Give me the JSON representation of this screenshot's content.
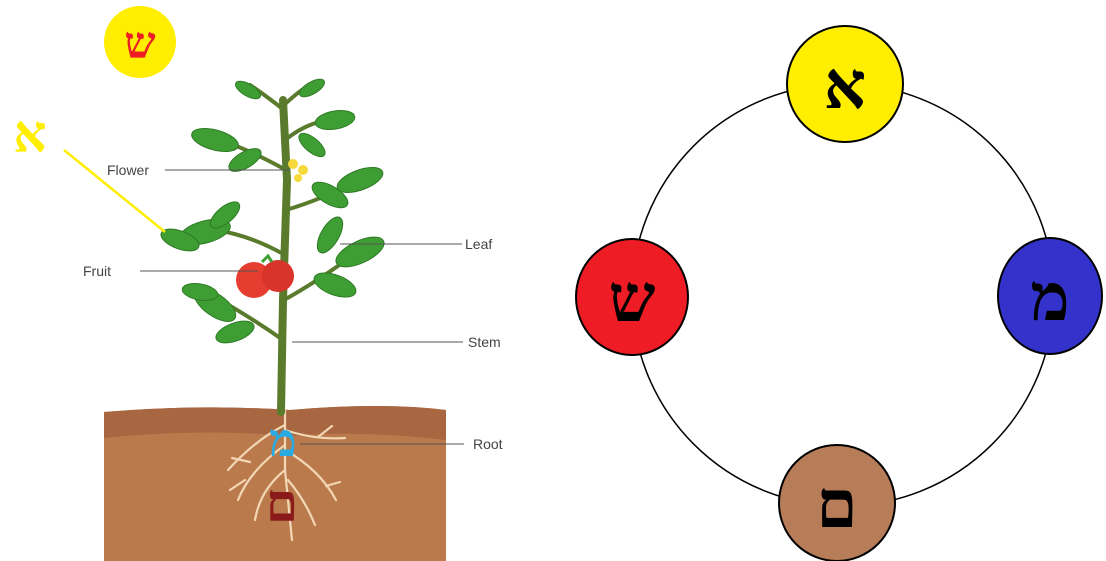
{
  "plant": {
    "labels": {
      "flower": "Flower",
      "fruit": "Fruit",
      "leaf": "Leaf",
      "stem": "Stem",
      "root": "Root"
    },
    "letters": {
      "shin_top": "ש",
      "alef_left": "א",
      "mem_root": "מ",
      "mem_sofit_soil": "ם"
    }
  },
  "cycle": {
    "nodes": {
      "top": "א",
      "right": "מ",
      "bottom": "ם",
      "left": "ש"
    }
  },
  "colors": {
    "yellow": "#ffee00",
    "red": "#ee1c24",
    "blue": "#3333cc",
    "brown": "#b77c58",
    "sky_blue": "#29abe2",
    "dark_red": "#8b1a1a",
    "soil": "#bb7a4b",
    "soil_top": "#a86641",
    "leaf": "#3e9e34",
    "stem": "#5a7a2c"
  }
}
